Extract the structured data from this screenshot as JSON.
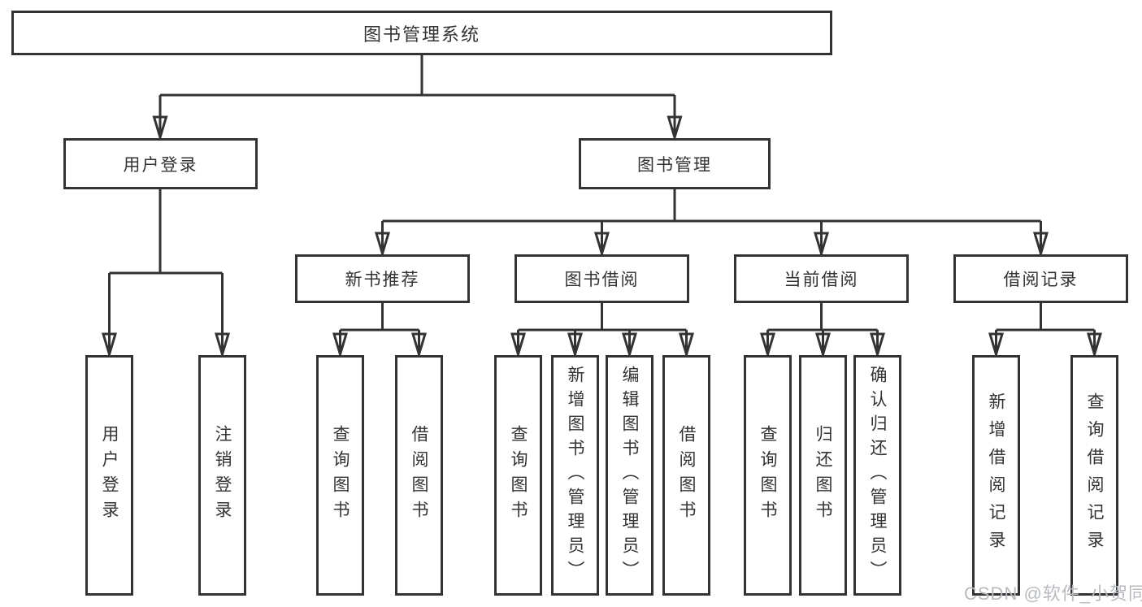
{
  "tree": {
    "root": "图书管理系统",
    "children": [
      {
        "label": "用户登录",
        "children": [
          {
            "label": "用户登录"
          },
          {
            "label": "注销登录"
          }
        ]
      },
      {
        "label": "图书管理",
        "children": [
          {
            "label": "新书推荐",
            "children": [
              {
                "label": "查询图书"
              },
              {
                "label": "借阅图书"
              }
            ]
          },
          {
            "label": "图书借阅",
            "children": [
              {
                "label": "查询图书"
              },
              {
                "label": "新增图书（管理员）"
              },
              {
                "label": "编辑图书（管理员）"
              },
              {
                "label": "借阅图书"
              }
            ]
          },
          {
            "label": "当前借阅",
            "children": [
              {
                "label": "查询图书"
              },
              {
                "label": "归还图书"
              },
              {
                "label": "确认归还（管理员）"
              }
            ]
          },
          {
            "label": "借阅记录",
            "children": [
              {
                "label": "新增借阅记录"
              },
              {
                "label": "查询借阅记录"
              }
            ]
          }
        ]
      }
    ]
  },
  "watermark": {
    "text": "CSDN @软件_小贺同学"
  },
  "colors": {
    "line": "#333333",
    "box_border": "#333333",
    "text": "#333333",
    "background": "#ffffff",
    "watermark": "#b7bbbf"
  }
}
